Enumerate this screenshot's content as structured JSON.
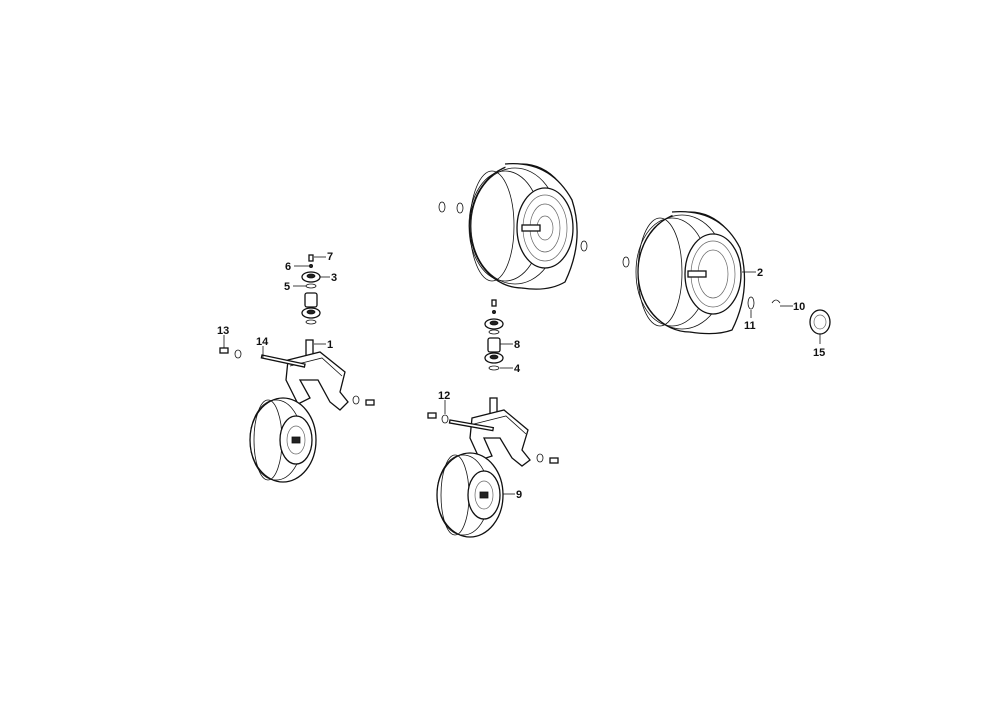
{
  "title": "Wheels and caster assembly exploded parts diagram",
  "callouts": [
    "1",
    "2",
    "3",
    "4",
    "5",
    "6",
    "7",
    "8",
    "9",
    "10",
    "11",
    "12",
    "13",
    "14",
    "15"
  ]
}
